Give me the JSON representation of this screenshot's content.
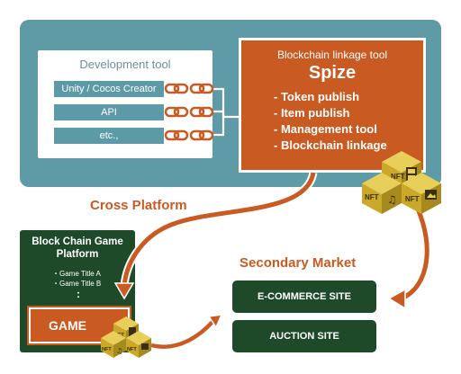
{
  "development_tool": {
    "title": "Development tool",
    "items": [
      "Unity / Cocos Creator",
      "API",
      "etc.,"
    ]
  },
  "spize": {
    "subtitle": "Blockchain linkage tool",
    "title": "Spize",
    "features": [
      "- Token publish",
      "- Item publish",
      "- Management tool",
      "- Blockchain linkage"
    ]
  },
  "cross_platform_label": "Cross Platform",
  "platform": {
    "title_line1": "Block Chain Game",
    "title_line2": "Platform",
    "games": [
      "・Game Title A",
      "・Game Title B"
    ],
    "more": ":",
    "game_label": "GAME"
  },
  "secondary_market": {
    "label": "Secondary Market",
    "sites": [
      "E-COMMERCE SITE",
      "AUCTION SITE"
    ]
  },
  "nft_label": "NFT",
  "colors": {
    "teal_panel": "#5f9ba6",
    "orange": "#c95a22",
    "dark_green": "#1e4a2a",
    "gold": "#c9a82a"
  },
  "icons": [
    "chain-link-icon",
    "nft-cube-icon",
    "music-note-icon",
    "image-icon",
    "film-icon"
  ]
}
